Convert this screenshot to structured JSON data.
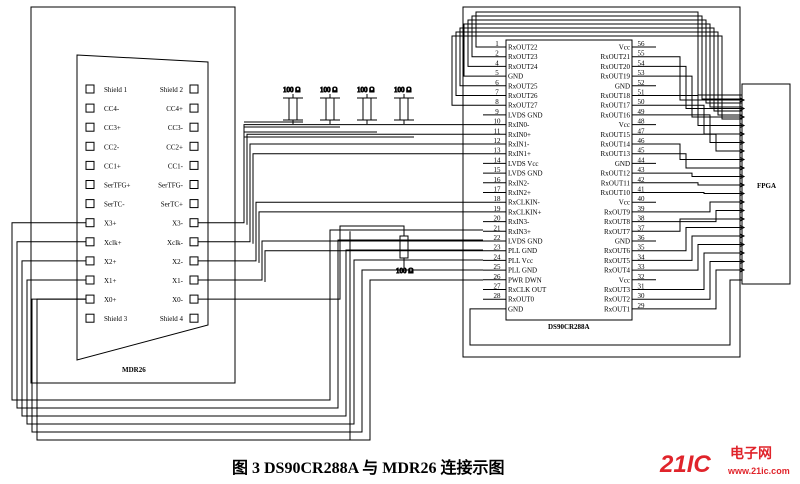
{
  "mdr": {
    "name": "MDR26",
    "left_pins": [
      "Shield 1",
      "CC4-",
      "CC3+",
      "CC2-",
      "CC1+",
      "SerTFG+",
      "SerTC-",
      "X3+",
      "Xclk+",
      "X2+",
      "X1+",
      "X0+",
      "Shield 3"
    ],
    "right_pins": [
      "Shield 2",
      "CC4+",
      "CC3-",
      "CC2+",
      "CC1-",
      "SerTFG-",
      "SerTC+",
      "X3-",
      "Xclk-",
      "X2-",
      "X1-",
      "X0-",
      "Shield 4"
    ]
  },
  "resistors": [
    "100 Ω",
    "100 Ω",
    "100 Ω",
    "100 Ω",
    "100 Ω"
  ],
  "chip": {
    "name": "DS90CR288A",
    "left": [
      {
        "n": "1",
        "s": "RxOUT22"
      },
      {
        "n": "2",
        "s": "RxOUT23"
      },
      {
        "n": "4",
        "s": "RxOUT24"
      },
      {
        "n": "5",
        "s": "GND"
      },
      {
        "n": "6",
        "s": "RxOUT25"
      },
      {
        "n": "7",
        "s": "RxOUT26"
      },
      {
        "n": "8",
        "s": "RxOUT27"
      },
      {
        "n": "9",
        "s": "LVDS GND"
      },
      {
        "n": "10",
        "s": "RxIN0-"
      },
      {
        "n": "11",
        "s": "RxIN0+"
      },
      {
        "n": "12",
        "s": "RxIN1-"
      },
      {
        "n": "13",
        "s": "RxIN1+"
      },
      {
        "n": "14",
        "s": "LVDS Vcc"
      },
      {
        "n": "15",
        "s": "LVDS GND"
      },
      {
        "n": "16",
        "s": "RxIN2-"
      },
      {
        "n": "17",
        "s": "RxIN2+"
      },
      {
        "n": "18",
        "s": "RxCLKIN-"
      },
      {
        "n": "19",
        "s": "RxCLKIN+"
      },
      {
        "n": "20",
        "s": "RxIN3-"
      },
      {
        "n": "21",
        "s": "RxIN3+"
      },
      {
        "n": "22",
        "s": "LVDS GND"
      },
      {
        "n": "23",
        "s": "PLL GND"
      },
      {
        "n": "24",
        "s": "PLL Vcc"
      },
      {
        "n": "25",
        "s": "PLL GND"
      },
      {
        "n": "26",
        "s": "PWR DWN"
      },
      {
        "n": "27",
        "s": "RxCLK OUT"
      },
      {
        "n": "28",
        "s": "RxOUT0"
      },
      {
        "n": "",
        "s": "GND"
      }
    ],
    "right": [
      {
        "n": "56",
        "s": "Vcc"
      },
      {
        "n": "55",
        "s": "RxOUT21"
      },
      {
        "n": "54",
        "s": "RxOUT20"
      },
      {
        "n": "53",
        "s": "RxOUT19"
      },
      {
        "n": "52",
        "s": "GND"
      },
      {
        "n": "51",
        "s": "RxOUT18"
      },
      {
        "n": "50",
        "s": "RxOUT17"
      },
      {
        "n": "49",
        "s": "RxOUT16"
      },
      {
        "n": "48",
        "s": "Vcc"
      },
      {
        "n": "47",
        "s": "RxOUT15"
      },
      {
        "n": "46",
        "s": "RxOUT14"
      },
      {
        "n": "45",
        "s": "RxOUT13"
      },
      {
        "n": "44",
        "s": "GND"
      },
      {
        "n": "43",
        "s": "RxOUT12"
      },
      {
        "n": "42",
        "s": "RxOUT11"
      },
      {
        "n": "41",
        "s": "RxOUT10"
      },
      {
        "n": "40",
        "s": "Vcc"
      },
      {
        "n": "39",
        "s": "RxOUT9"
      },
      {
        "n": "38",
        "s": "RxOUT8"
      },
      {
        "n": "37",
        "s": "RxOUT7"
      },
      {
        "n": "36",
        "s": "GND"
      },
      {
        "n": "35",
        "s": "RxOUT6"
      },
      {
        "n": "34",
        "s": "RxOUT5"
      },
      {
        "n": "33",
        "s": "RxOUT4"
      },
      {
        "n": "32",
        "s": "Vcc"
      },
      {
        "n": "31",
        "s": "RxOUT3"
      },
      {
        "n": "30",
        "s": "RxOUT2"
      },
      {
        "n": "29",
        "s": "RxOUT1"
      }
    ]
  },
  "fpga": "FPGA",
  "caption": "图 3   DS90CR288A 与 MDR26 连接示图",
  "watermark": {
    "brand": "21IC",
    "text": "电子网",
    "url": "www.21ic.com",
    "color": "#e0242b"
  }
}
